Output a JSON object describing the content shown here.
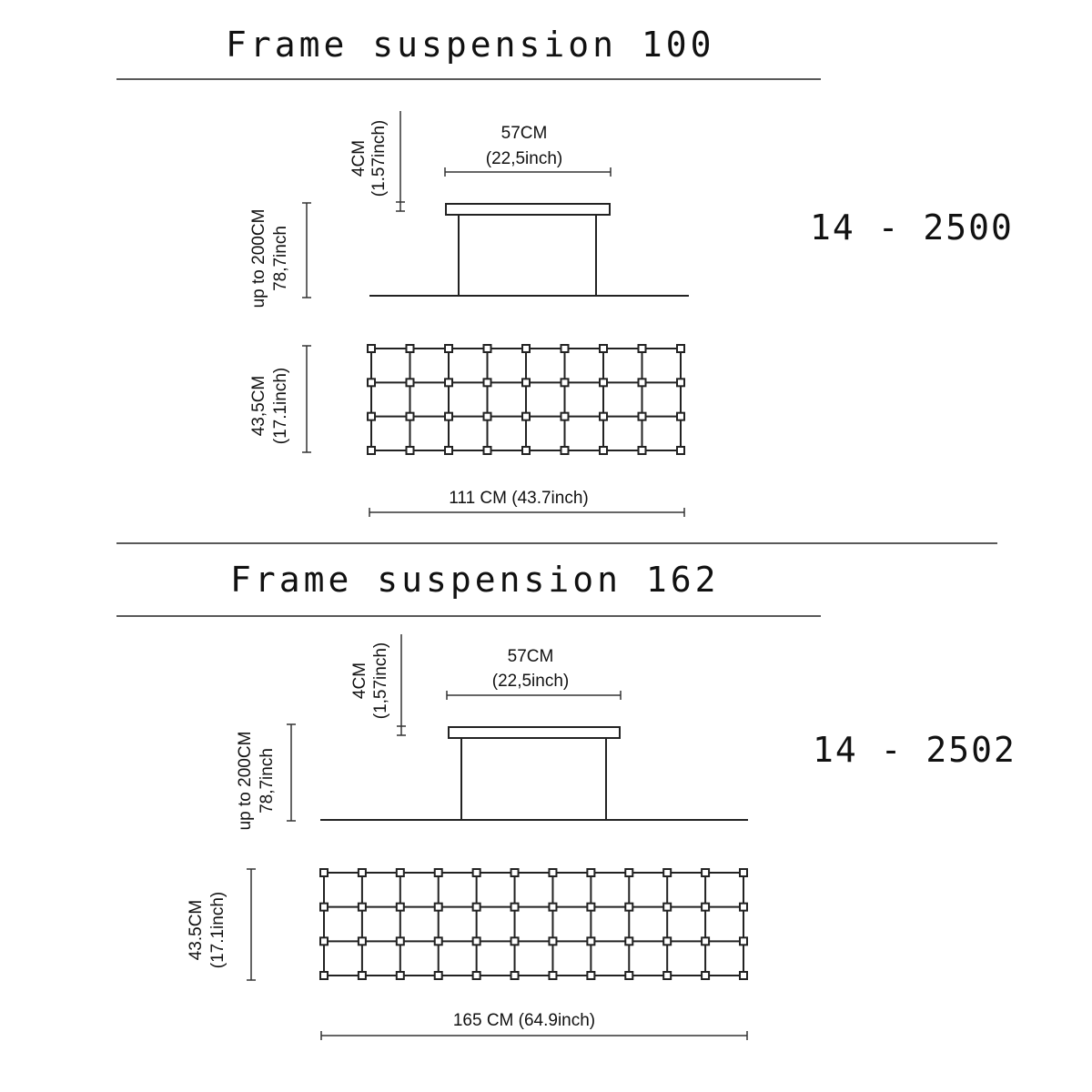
{
  "sections": [
    {
      "title": "Frame suspension 100",
      "code": "14 - 2500",
      "canopy_height": [
        "4CM",
        "(1.57inch)"
      ],
      "canopy_width": [
        "57CM",
        "(22,5inch)"
      ],
      "drop": [
        "up to 200CM",
        "78,7inch"
      ],
      "depth": [
        "43,5CM",
        "(17.1inch)"
      ],
      "length": "111 CM (43.7inch)",
      "grid": {
        "columns": 9,
        "rows": 4
      }
    },
    {
      "title": "Frame suspension 162",
      "code": "14 - 2502",
      "canopy_height": [
        "4CM",
        "(1,57inch)"
      ],
      "canopy_width": [
        "57CM",
        "(22,5inch)"
      ],
      "drop": [
        "up to 200CM",
        "78,7inch"
      ],
      "depth": [
        "43.5CM",
        "(17.1inch)"
      ],
      "length": "165 CM (64.9inch)",
      "grid": {
        "columns": 12,
        "rows": 4
      }
    }
  ]
}
